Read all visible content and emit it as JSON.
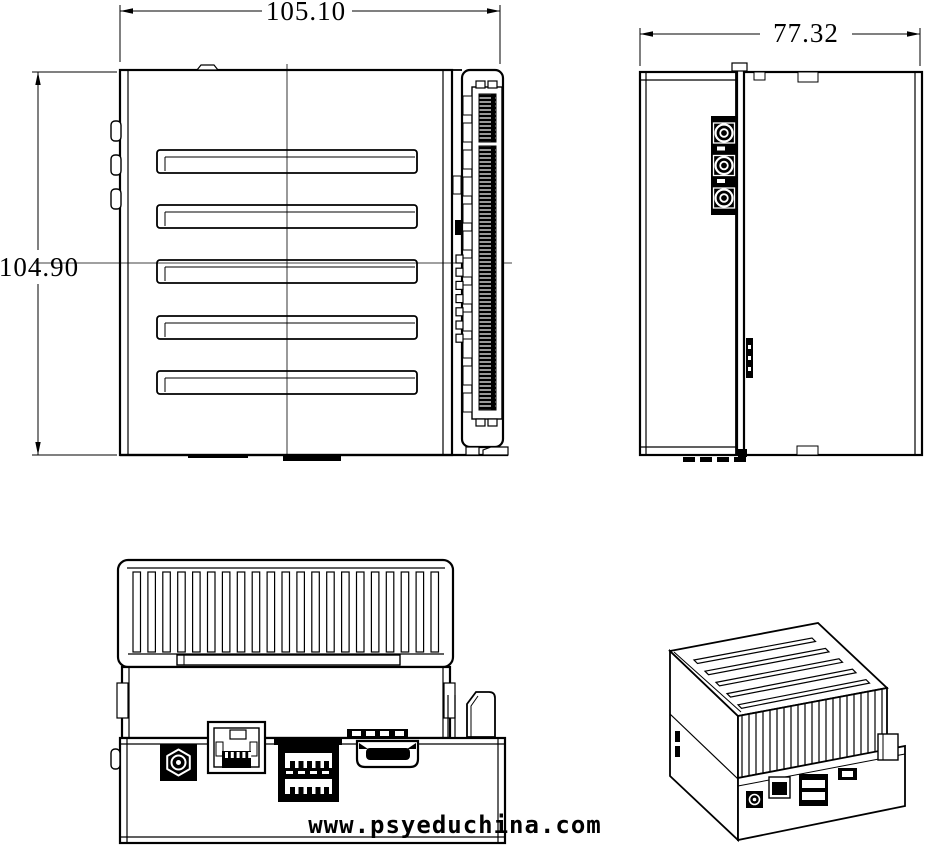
{
  "drawing": {
    "watermark": "www.psyeduchina.com",
    "views": {
      "front": {
        "label": "front-view",
        "width_dim": "105.10",
        "height_dim": "104.90",
        "features": [
          "vent-slots-x5",
          "backplane-connector",
          "side-tabs-x3",
          "din-rail-clip"
        ]
      },
      "side": {
        "label": "side-view",
        "width_dim": "77.32",
        "features": [
          "circular-connectors-x3",
          "mounting-flange",
          "top-notches",
          "bottom-notch"
        ]
      },
      "bottom": {
        "label": "bottom-view",
        "features": [
          "heatsink-fins",
          "power-jack",
          "ethernet-port",
          "usb-ports-x2",
          "hdmi-port",
          "release-latch"
        ]
      },
      "isometric": {
        "label": "isometric-view",
        "features": [
          "top-vent-slots-x5",
          "heatsink-fins",
          "io-ports",
          "release-latch"
        ]
      }
    },
    "colors": {
      "line": "#000000",
      "background": "#ffffff"
    }
  }
}
